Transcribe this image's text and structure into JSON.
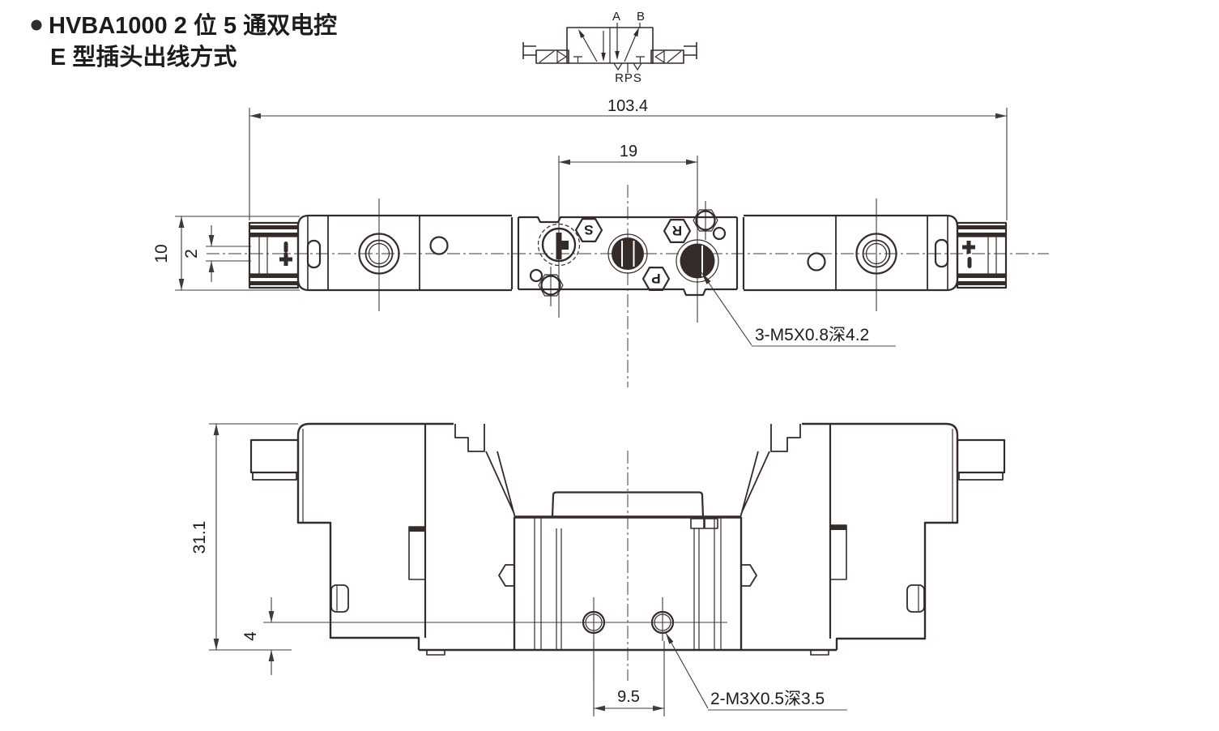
{
  "colors": {
    "ink": "#352b28",
    "dimension": "#3c3c3c",
    "underline": "#9a9a9a",
    "background": "#ffffff"
  },
  "title": {
    "line1": "HVBA1000 2 位 5 通双电控",
    "line2": "E 型插头出线方式"
  },
  "valve_symbol": {
    "port_a": "A",
    "port_b": "B",
    "ports_bottom": "RPS"
  },
  "top_view": {
    "dim_width": "103.4",
    "dim_port_spacing": "19",
    "dim_height": "10",
    "dim_slot": "2",
    "port_s": "S",
    "port_r": "R",
    "port_p": "P",
    "thread_label": "3-M5X0.8深4.2"
  },
  "front_view": {
    "dim_height": "31.1",
    "dim_hole_offset": "4",
    "dim_hole_spacing": "9.5",
    "thread_label": "2-M3X0.5深3.5"
  }
}
